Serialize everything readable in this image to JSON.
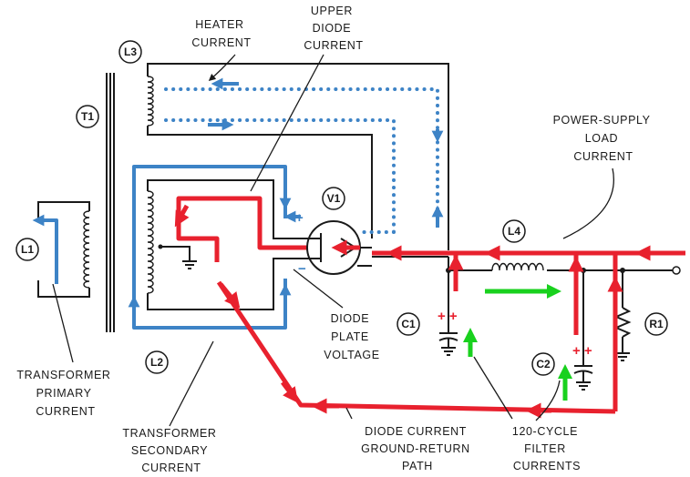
{
  "colors": {
    "current_red": "#e8212e",
    "current_blue": "#3d83c6",
    "current_green": "#19d11e",
    "wire": "#1a1a1a"
  },
  "components": {
    "t1": "T1",
    "l1": "L1",
    "l2": "L2",
    "l3": "L3",
    "l4": "L4",
    "v1": "V1",
    "c1": "C1",
    "c2": "C2",
    "r1": "R1"
  },
  "polarity": {
    "plus": "+",
    "minus": "−",
    "c1_plus": "+ +",
    "c2_plus": "+ +"
  },
  "labels": {
    "heater_current": [
      "HEATER",
      "CURRENT"
    ],
    "upper_diode_current": [
      "UPPER",
      "DIODE",
      "CURRENT"
    ],
    "power_supply_load_current": [
      "POWER-SUPPLY",
      "LOAD",
      "CURRENT"
    ],
    "diode_plate_voltage": [
      "DIODE",
      "PLATE",
      "VOLTAGE"
    ],
    "transformer_primary_current": [
      "TRANSFORMER",
      "PRIMARY",
      "CURRENT"
    ],
    "transformer_secondary_current": [
      "TRANSFORMER",
      "SECONDARY",
      "CURRENT"
    ],
    "diode_current_ground_return_path": [
      "DIODE CURRENT",
      "GROUND-RETURN",
      "PATH"
    ],
    "filter_currents": [
      "120-CYCLE",
      "FILTER",
      "CURRENTS"
    ]
  }
}
